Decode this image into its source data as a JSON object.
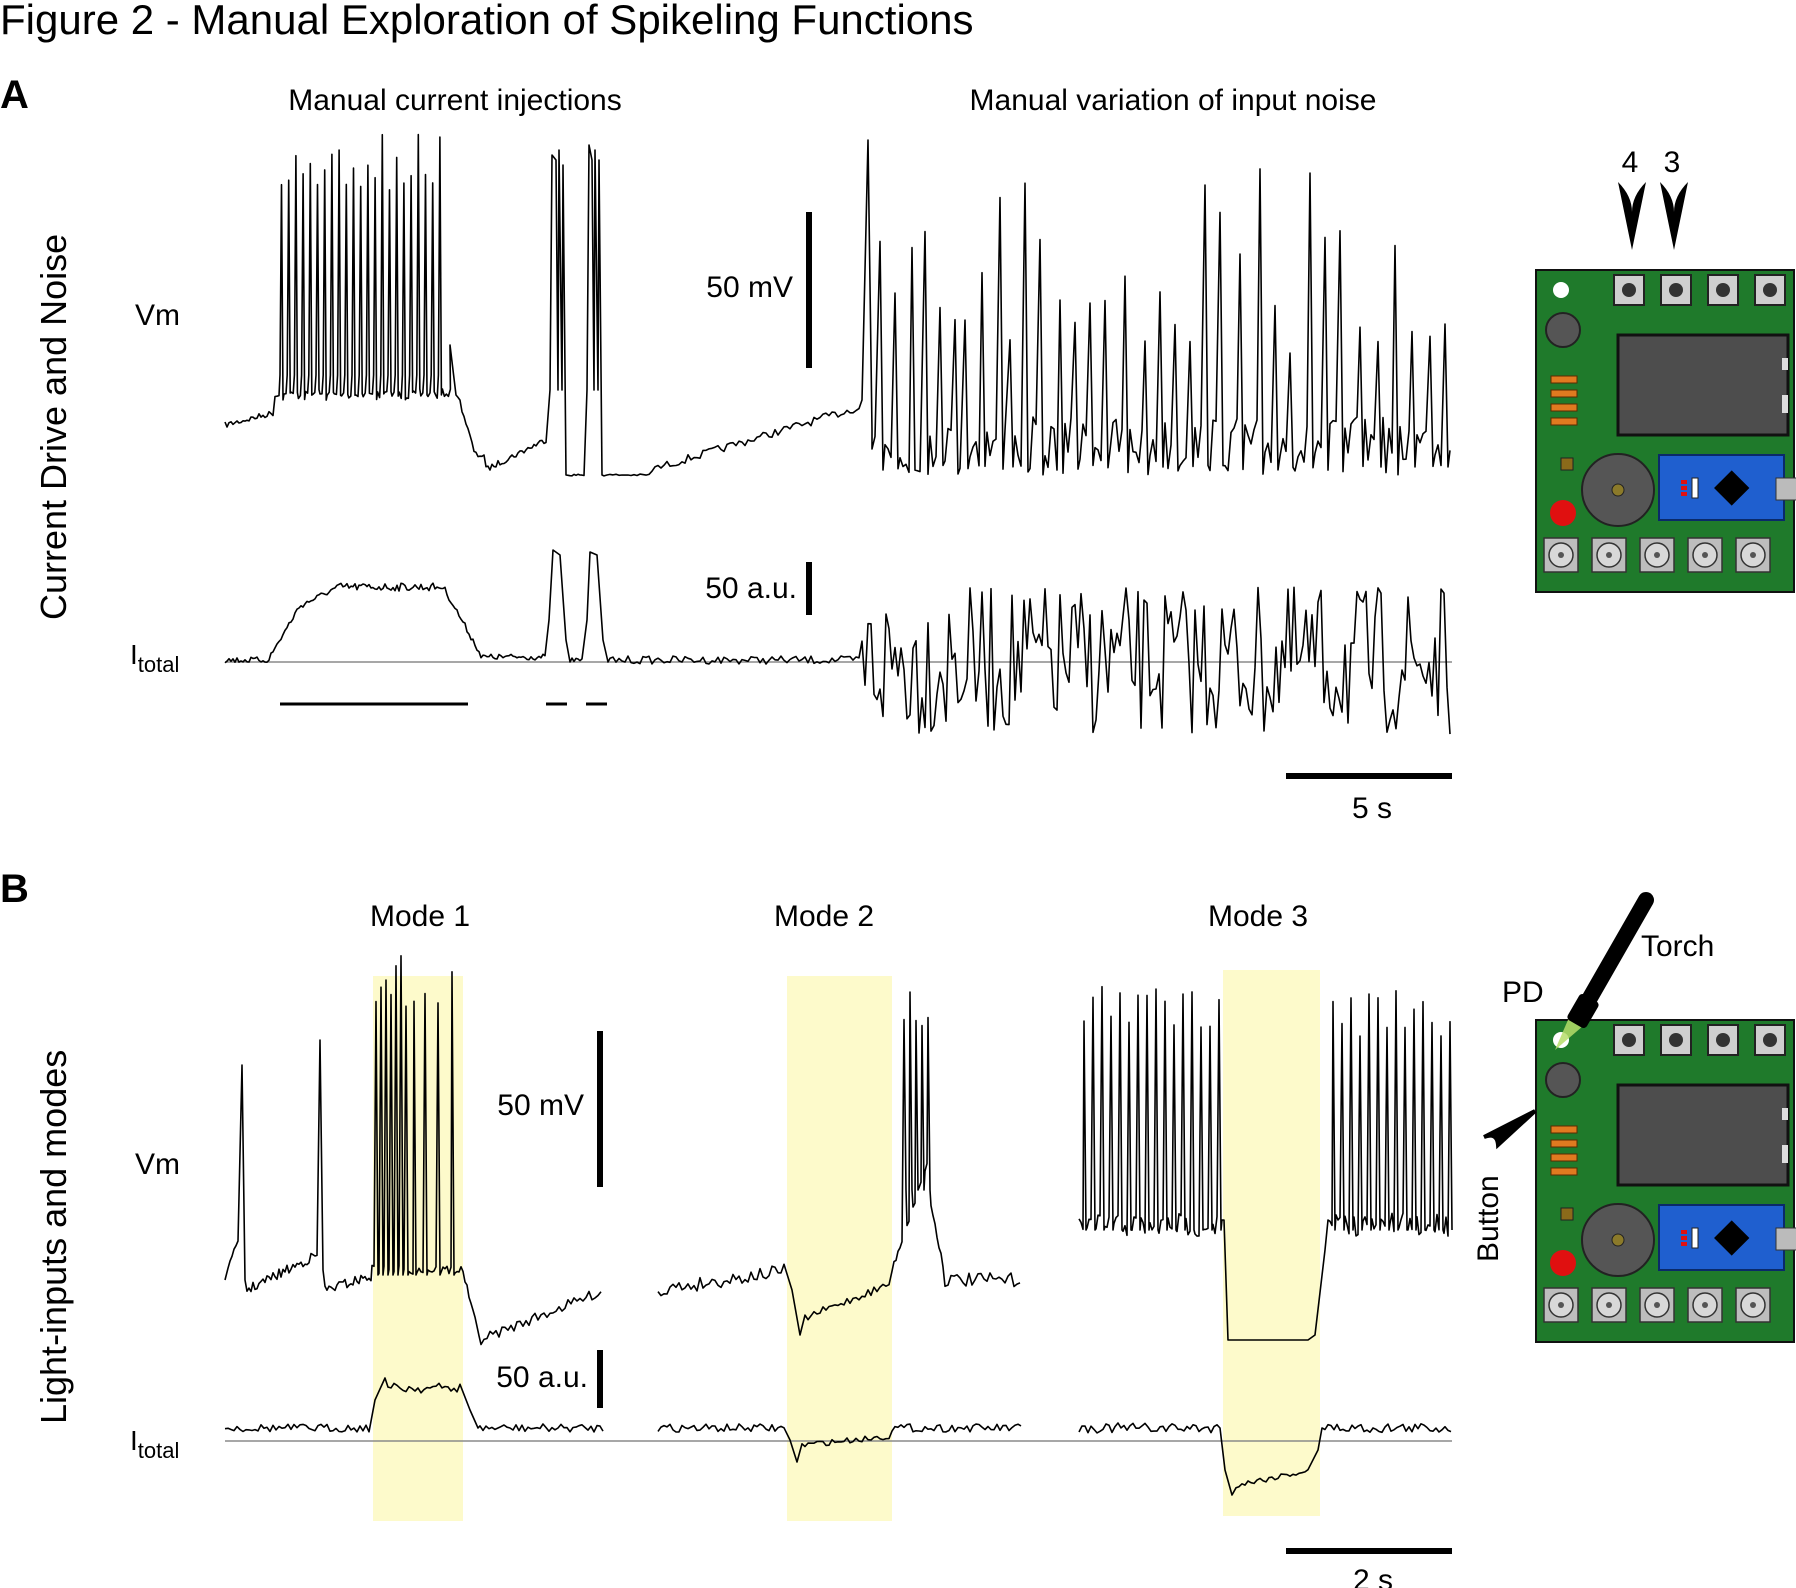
{
  "title": "Figure 2 - Manual Exploration of Spikeling Functions",
  "panelA": {
    "letter": "A",
    "side_label": "Current Drive and Noise",
    "section_left": "Manual current injections",
    "section_right": "Manual variation of input noise",
    "vm_label": "Vm",
    "itotal_main": "I",
    "itotal_sub": "total",
    "scale_vm": "50 mV",
    "scale_i": "50 a.u.",
    "scale_time": "5 s",
    "arrow_4": "4",
    "arrow_3": "3"
  },
  "panelB": {
    "letter": "B",
    "side_label": "Light-inputs and modes",
    "modes": [
      "Mode 1",
      "Mode 2",
      "Mode 3"
    ],
    "vm_label": "Vm",
    "itotal_main": "I",
    "itotal_sub": "total",
    "scale_vm": "50 mV",
    "scale_i": "50 a.u.",
    "scale_time": "2 s",
    "label_torch": "Torch",
    "label_pd": "PD",
    "label_button": "Button"
  },
  "colors": {
    "light_stimulus": "#fdfacb",
    "board": "#1f7a2b",
    "module": "#1f5fcf",
    "led": "#e01010",
    "pin": "#e07a20"
  }
}
